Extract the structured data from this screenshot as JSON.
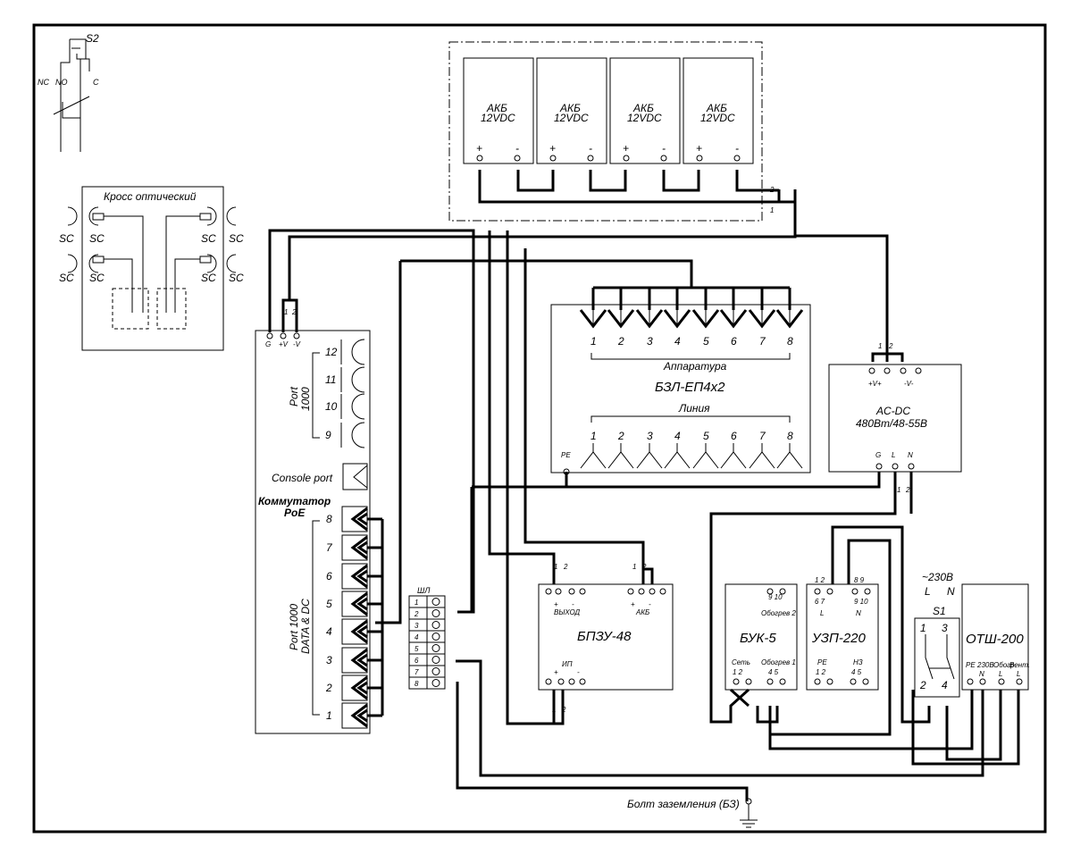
{
  "switch_s2": {
    "name": "S2",
    "nc": "NC",
    "no": "NO",
    "c": "C"
  },
  "cross": {
    "title": "Кросс оптический",
    "sc": "SC"
  },
  "akb": {
    "name": "АКБ",
    "voltage": "12VDC",
    "plus": "+",
    "minus": "-"
  },
  "akb_term": {
    "t1": "1",
    "t2": "2"
  },
  "switch_main": {
    "name_line1": "Коммутатор",
    "name_line2": "PoE",
    "port1000_line1": "Port",
    "port1000_line2": "1000",
    "console": "Console port",
    "portpoe_line1": "Port 1000",
    "portpoe_line2": "DATA & DC",
    "power_terms": [
      "G",
      "+V",
      "-V"
    ],
    "top_terms": [
      "1",
      "2"
    ],
    "ports_upper": [
      "12",
      "11",
      "10",
      "9"
    ],
    "ports_lower": [
      "8",
      "7",
      "6",
      "5",
      "4",
      "3",
      "2",
      "1"
    ]
  },
  "bzl": {
    "name": "БЗЛ-ЕП4х2",
    "apparatus": "Аппаратура",
    "line": "Линия",
    "pe": "PE",
    "numbers": [
      "1",
      "2",
      "3",
      "4",
      "5",
      "6",
      "7",
      "8"
    ]
  },
  "acdc": {
    "name_line1": "AC-DC",
    "name_line2": "480Вт/48-55В",
    "vplus": "+V+",
    "vminus": "-V-",
    "g": "G",
    "l": "L",
    "n": "N",
    "t1": "1",
    "t2": "2"
  },
  "bpzu": {
    "name": "БПЗУ-48",
    "out": "ВЫХОД",
    "akb": "АКБ",
    "ip": "ИП",
    "plus": "+",
    "minus": "-",
    "t1": "1",
    "t2": "2"
  },
  "shl": {
    "name": "ШЛ",
    "rows": [
      "1",
      "2",
      "3",
      "4",
      "5",
      "6",
      "7",
      "8"
    ]
  },
  "buk": {
    "name": "БУК-5",
    "top_terms": "9  10",
    "obogrev2": "Обогрев 2",
    "set": "Сеть",
    "obogrev1": "Обогрев 1",
    "bt": "1  2",
    "bt2": "4  5"
  },
  "uzp": {
    "name": "УЗП-220",
    "top_terms_l": "1 2",
    "top_terms_r": "8 9",
    "pin_l": "L",
    "pin_n": "N",
    "t_l": "6  7",
    "t_r": "9  10",
    "pe": "PE",
    "nz": "НЗ",
    "bt": "1  2",
    "bt2": "4  5"
  },
  "s1": {
    "name": "S1",
    "voltage": "~230В",
    "l": "L",
    "n": "N",
    "c1": "1",
    "c2": "2",
    "c3": "3",
    "c4": "4"
  },
  "otsh": {
    "name": "ОТШ-200",
    "pe": "PE",
    "n": "N",
    "v230": "230В",
    "obogr": "Обогр.",
    "vent": "Вент.",
    "l1": "L",
    "l2": "L"
  },
  "ground": {
    "label": "Болт заземления (БЗ)"
  }
}
